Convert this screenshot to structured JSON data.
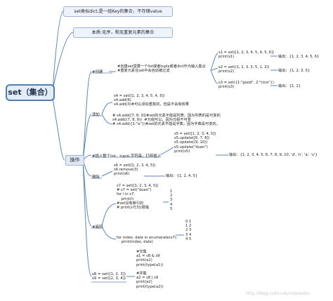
{
  "root": "set（集合）",
  "top_nodes": {
    "n1": "set类似dict,是一组Key的集合，不存储value",
    "n2": "本质:无序，和无重复元素的集合"
  },
  "operations_label": "操作",
  "create": {
    "label": "#创建",
    "desc": "#创建set需要一个list或者tuple或者dict作为输入集合\n#重复元素在set中会自动被过滤",
    "rows": [
      {
        "code": "s1 = set([1, 2, 3, 4, 5, 4, 5, 6])\nprint(s1)",
        "out": "输出：{1, 2, 3, 4, 5, 6}"
      },
      {
        "code": "s2 = set((1, 2, 3, 3, 5, 1, 2))\nprint(s2)",
        "out": "输出：{1, 2, 3, 5}"
      },
      {
        "code": "s3 = set({1:\"good\", 2:\"nice\"})\nprint(s3)",
        "out": "输出：{1, 2}"
      }
    ]
  },
  "add": {
    "label": "添加",
    "code1": "s4 = set([1, 2, 3, 4, 5, 4, 5])\ns4.add(6)\ns4.add(3)#可以添加重复的，但是不会有效果",
    "code2": "# s4.add([7, 8, 9])#set的元素不能是列表，因为列表的是可变的\ns4.add((7, 8, 9))  #元组可以，因为元组不可变\n# s4.add({1:\"a\"})#set的元素不能是字典，因为字典是可变的。"
  },
  "update": {
    "label": "#插入整个list、tuple,字符串，打碎插入",
    "code": "s5 = set([1, 2, 3, 4, 5])\ns5.update([6, 7, 8])\ns5.update((9, 10))\ns5.update(\"duan\")\nprint(s5)",
    "out": "输出：{1, 2, 3, 4, 5, 6, 7, 8, 9, 10, 'd', 'n', 'a', 'u'}"
  },
  "remove": {
    "label": "删除",
    "code": "s6 = set([1, 2, 3, 4, 5])\ns6.remove(3)\nprint(s6)",
    "out": "输出：{1, 2, 4, 5}"
  },
  "traverse": {
    "label": "#遍历",
    "code1": "s7 = set([1, 2, 3, 4, 5])\n# s7 = set(\"duan\")\nfor i in s7:\n    print(i)\n#set没有索引的\n# print(s7[3])报错",
    "out1": "1\n2\n3\n4\n5",
    "code2": "for index, date in enumerate(s7):\n    print(index, date)",
    "out2": "0 1\n1 2\n2 3\n3 4\n4 5"
  },
  "intersect": {
    "label": "s8 = set([1, 2, 3])\ns9 = set([2, 3, 4])",
    "code": "#交集\na1 = s8 & s9\nprint(a1)\nprint(type(a1))\n\n#并集\na2 = s8 | s9\nprint(a2)\nprint(type(a2))"
  },
  "watermark": "http://blog.csdn.net/mdxiaohu"
}
